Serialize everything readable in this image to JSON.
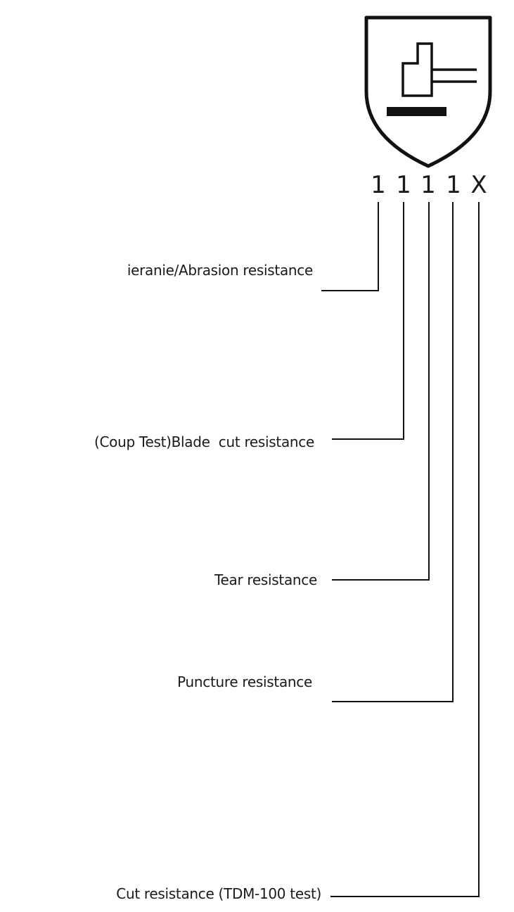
{
  "code": [
    "1",
    "1",
    "1",
    "1",
    "X"
  ],
  "labels": {
    "abrasion": "ieranie/Abrasion resistance",
    "blade_cut": "(Coup Test)Blade  cut resistance",
    "tear": "Tear resistance",
    "puncture": "Puncture resistance",
    "cut_tdm": "Cut resistance (TDM-100 test)"
  },
  "icon": "mechanical-risk-pictogram",
  "colors": {
    "ink": "#1a1a1a",
    "background": "#ffffff"
  }
}
